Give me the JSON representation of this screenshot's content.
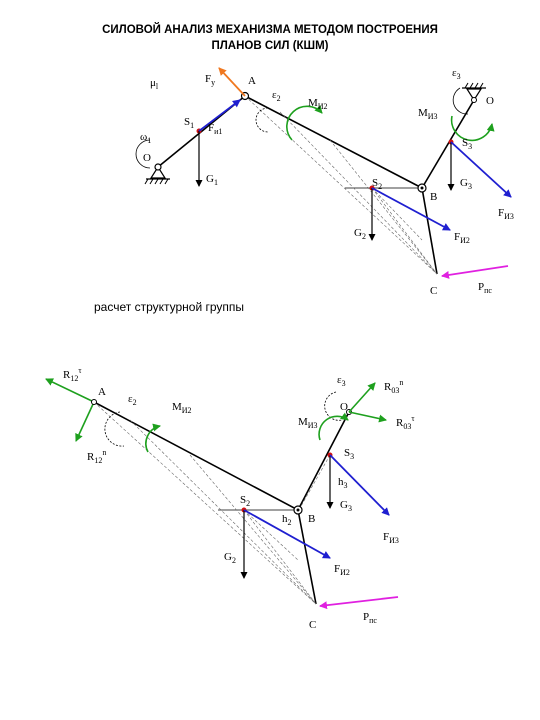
{
  "title_line1": "СИЛОВОЙ АНАЛИЗ МЕХАНИЗМА МЕТОДОМ ПОСТРОЕНИЯ",
  "title_line2": "ПЛАНОВ СИЛ (КШМ)",
  "caption": "расчет структурной группы",
  "colors": {
    "force_blue": "#1f1fd0",
    "force_orange": "#f07820",
    "force_green": "#1ea01e",
    "force_magenta": "#e020e0",
    "mass_center_red": "#d01010",
    "link_black": "#000000"
  },
  "top": {
    "mu": "μ",
    "mu_sub": "l",
    "A": "A",
    "O": "O",
    "S1": "S",
    "S1_sub": "1",
    "w1": "ω",
    "w1_sub": "1",
    "Fy": "F",
    "Fy_sub": "у",
    "Fi1": "F",
    "Fi1_sub": "и1",
    "G1": "G",
    "G1_sub": "1",
    "e2": "ε",
    "e2_sub": "2",
    "Mi2": "M",
    "Mi2_sub": "И2",
    "S2": "S",
    "S2_sub": "2",
    "B": "B",
    "G2": "G",
    "G2_sub": "2",
    "Fi2": "F",
    "Fi2_sub": "И2",
    "C": "C",
    "Pps": "P",
    "Pps_sub": "пс",
    "e3": "ε",
    "e3_sub": "3",
    "O3": "O",
    "Mi3": "M",
    "Mi3_sub": "И3",
    "S3": "S",
    "S3_sub": "3",
    "G3": "G",
    "G3_sub": "3",
    "Fi3": "F",
    "Fi3_sub": "И3"
  },
  "bottom": {
    "R12": "R",
    "R12_sub": "12",
    "R12_sup": "τ",
    "R12n": "R",
    "R12n_sub": "12",
    "R12n_sup": "n",
    "A": "A",
    "e2": "ε",
    "e2_sub": "2",
    "Mi2": "M",
    "Mi2_sub": "И2",
    "S2": "S",
    "S2_sub": "2",
    "h2": "h",
    "h2_sub": "2",
    "B": "B",
    "G2": "G",
    "G2_sub": "2",
    "Fi2": "F",
    "Fi2_sub": "И2",
    "C": "C",
    "Pps": "P",
    "Pps_sub": "пс",
    "e3": "ε",
    "e3_sub": "3",
    "O3": "O",
    "R03n": "R",
    "R03n_sub": "03",
    "R03n_sup": "n",
    "R03t": "R",
    "R03t_sub": "03",
    "R03t_sup": "τ",
    "Mi3": "M",
    "Mi3_sub": "И3",
    "S3": "S",
    "S3_sub": "3",
    "h3": "h",
    "h3_sub": "3",
    "G3": "G",
    "G3_sub": "3",
    "Fi3": "F",
    "Fi3_sub": "И3"
  }
}
